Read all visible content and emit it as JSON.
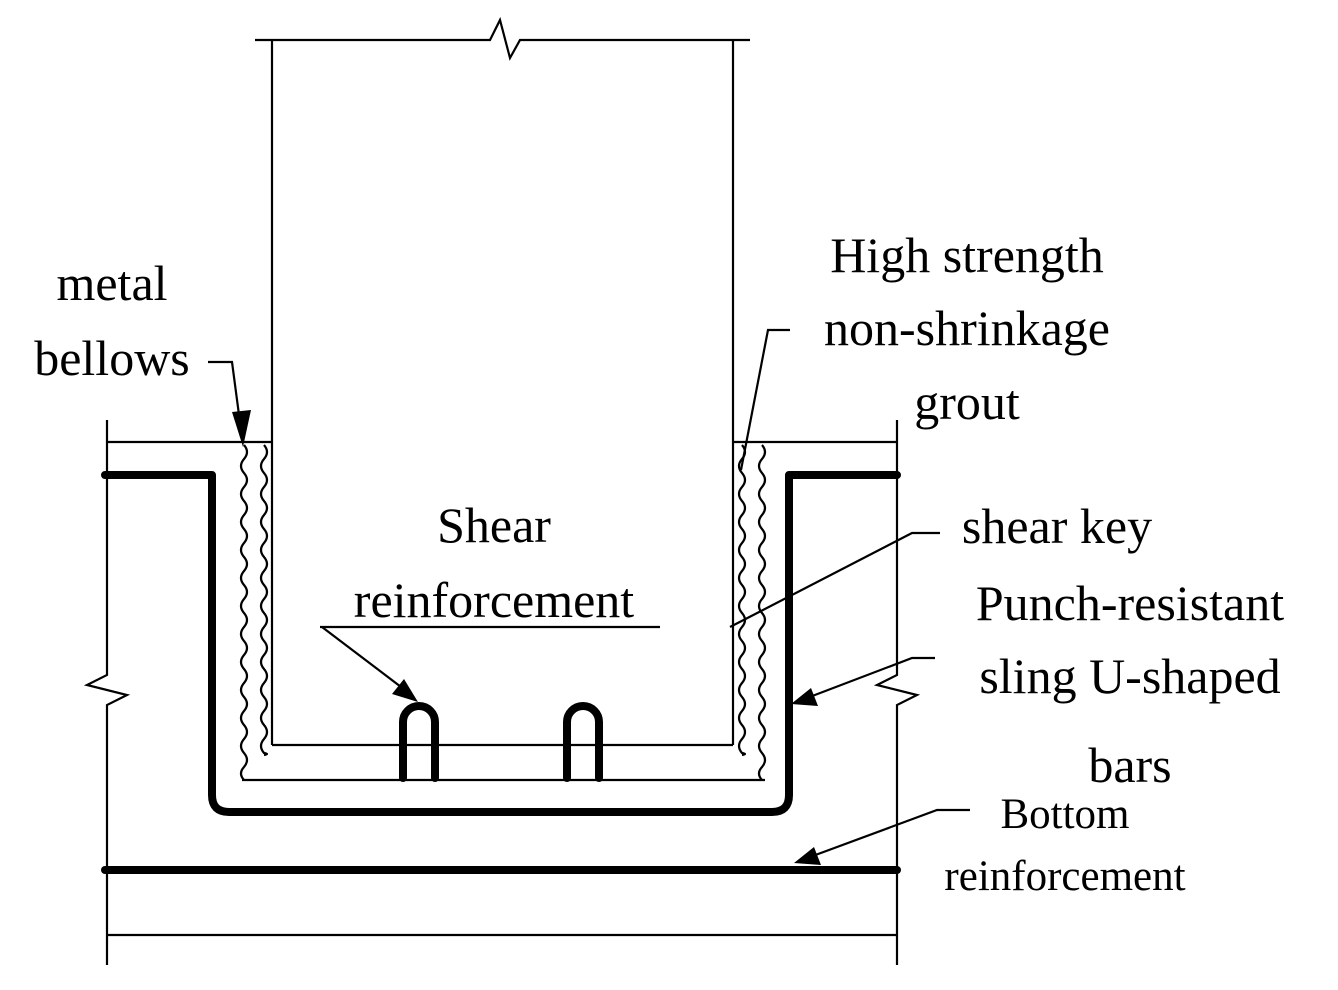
{
  "labels": {
    "metal_bellows_line1": "metal",
    "metal_bellows_line2": "bellows",
    "grout_line1": "High strength",
    "grout_line2": "non-shrinkage",
    "grout_line3": "grout",
    "shear_reinf_line1": "Shear",
    "shear_reinf_line2": "reinforcement",
    "shear_key": "shear key",
    "sling_line1": "Punch-resistant",
    "sling_line2": "sling U-shaped",
    "sling_line3": "bars",
    "bottom_line1": "Bottom",
    "bottom_line2": "reinforcement"
  }
}
